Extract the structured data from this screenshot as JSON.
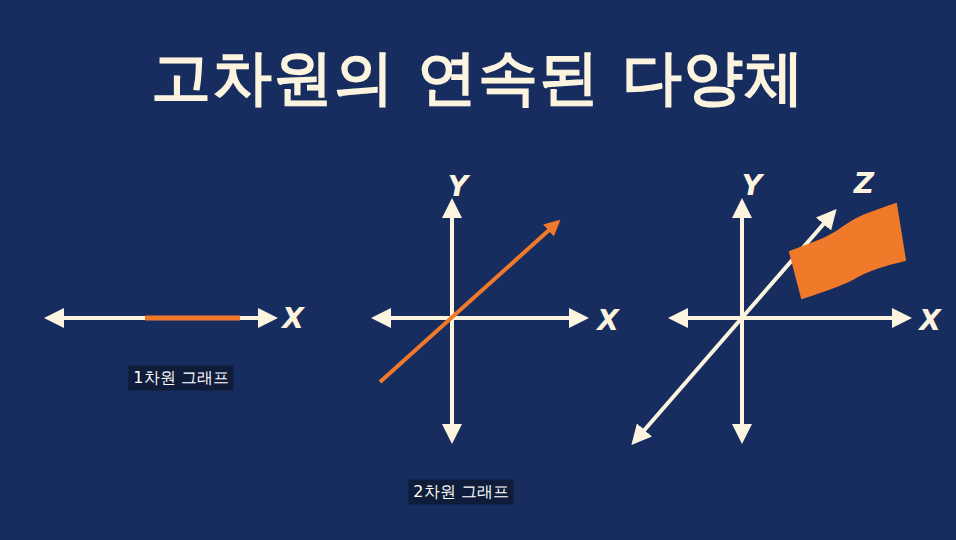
{
  "diagram": {
    "title": "고차원의 연속된 다양체",
    "labels": [
      "X",
      "1차원 그래프",
      "Y",
      "X",
      "2차원 그래프",
      "Y",
      "Z",
      "X"
    ]
  }
}
